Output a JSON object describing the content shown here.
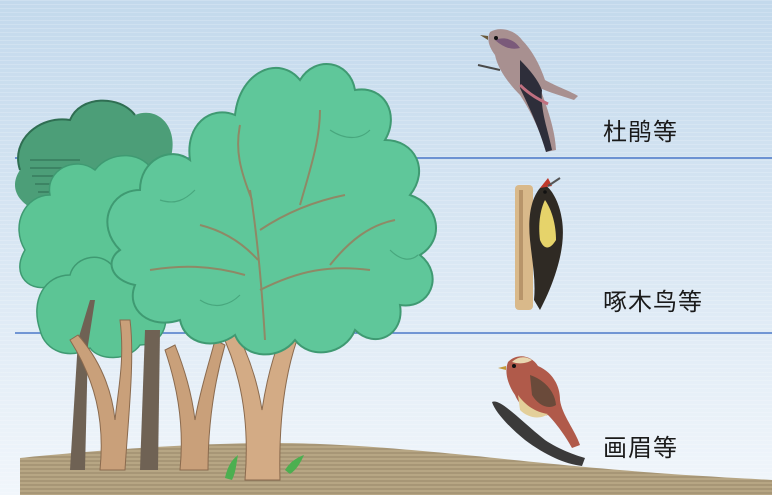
{
  "layers": [
    {
      "label": "杜鹃等",
      "bird_icon": "cuckoo-icon"
    },
    {
      "label": "啄木鸟等",
      "bird_icon": "woodpecker-icon"
    },
    {
      "label": "画眉等",
      "bird_icon": "thrush-icon"
    }
  ],
  "colors": {
    "sky_top": "#c6dcee",
    "sky_bottom": "#eaf2f9",
    "layer_line": "#4a78c8",
    "foliage": "#5fc79a",
    "foliage_dark": "#3f9a72",
    "trunk": "#c9a07a",
    "trunk_dark": "#7a6a5a",
    "ground": "#b9a98a"
  }
}
